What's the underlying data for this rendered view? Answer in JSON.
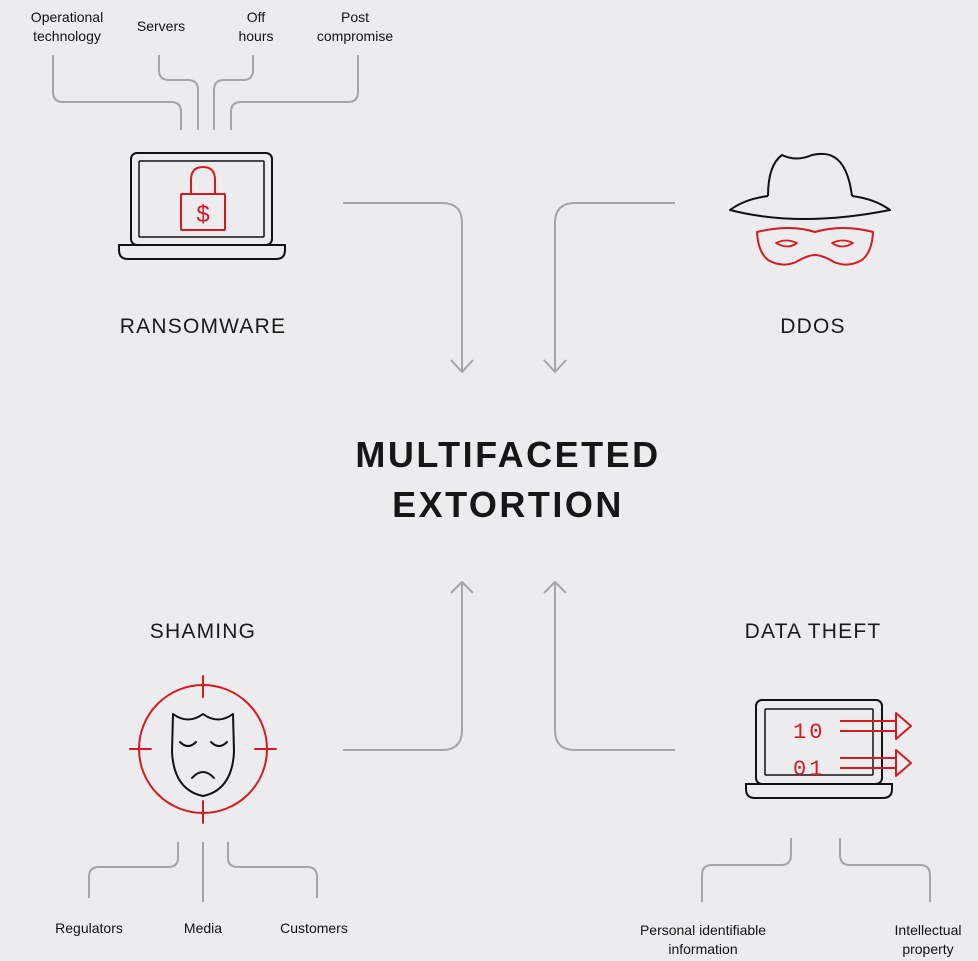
{
  "title": {
    "line1": "MULTIFACETED",
    "line2": "EXTORTION"
  },
  "categories": {
    "ransomware": "RANSOMWARE",
    "ddos": "DDOS",
    "shaming": "SHAMING",
    "data_theft": "DATA THEFT"
  },
  "ransomware_targets": [
    {
      "line1": "Operational",
      "line2": "technology"
    },
    {
      "line1": "Servers"
    },
    {
      "line1": "Off",
      "line2": "hours"
    },
    {
      "line1": "Post",
      "line2": "compromise"
    }
  ],
  "shaming_targets": [
    {
      "line1": "Regulators"
    },
    {
      "line1": "Media"
    },
    {
      "line1": "Customers"
    }
  ],
  "data_theft_targets": [
    {
      "line1": "Personal identifiable",
      "line2": "information"
    },
    {
      "line1": "Intellectual",
      "line2": "property"
    }
  ],
  "binary_top": "10",
  "binary_bottom": "01",
  "currency_symbol": "$",
  "colors": {
    "background": "#ececee",
    "accent_red": "#d71920",
    "line_gray": "#a5a5a8",
    "ink": "#111111"
  },
  "icons": [
    "laptop-ransomware-icon",
    "hat-mask-icon",
    "target-mask-icon",
    "laptop-data-icon"
  ]
}
